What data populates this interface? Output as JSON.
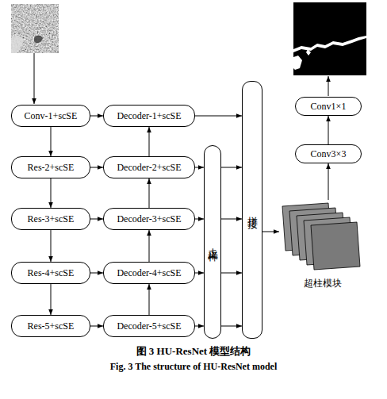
{
  "diagram": {
    "caption": "图 3 HU-ResNet 模型结构",
    "nodes": [
      {
        "text": [
          "Conv-1+scSE"
        ]
      },
      {
        "text": [
          "Res-2+scSE"
        ]
      },
      {
        "text": [
          "Res-3+scSE"
        ]
      },
      {
        "text": [
          "Res-4+scSE"
        ]
      },
      {
        "text": [
          "Res-5+scSE"
        ]
      },
      {
        "text": [
          "Decoder-1+scSE"
        ]
      },
      {
        "text": [
          "Decoder-2+scSE"
        ]
      },
      {
        "text": [
          "Decoder-3+scSE"
        ]
      },
      {
        "text": [
          "Decoder-4+scSE"
        ]
      },
      {
        "text": [
          "Decoder-5+scSE"
        ]
      },
      {
        "text": [
          "上采样"
        ]
      },
      {
        "text": [
          "拼接"
        ]
      },
      {
        "text": [
          "超柱模块"
        ]
      },
      {
        "text": [
          "Conv3×3"
        ]
      },
      {
        "text": [
          "Conv1×1"
        ]
      }
    ],
    "edges": [
      {
        "from": 0,
        "to": 1,
        "arrow": "to"
      },
      {
        "from": 1,
        "to": 2,
        "arrow": "to"
      },
      {
        "from": 2,
        "to": 3,
        "arrow": "to"
      },
      {
        "from": 3,
        "to": 4,
        "arrow": "to"
      },
      {
        "from": 0,
        "to": 5,
        "arrow": "to"
      },
      {
        "from": 1,
        "to": 6,
        "arrow": "to"
      },
      {
        "from": 2,
        "to": 7,
        "arrow": "to"
      },
      {
        "from": 3,
        "to": 8,
        "arrow": "to"
      },
      {
        "from": 4,
        "to": 9,
        "arrow": "to"
      },
      {
        "from": 9,
        "to": 8,
        "arrow": "to"
      },
      {
        "from": 8,
        "to": 7,
        "arrow": "to"
      },
      {
        "from": 7,
        "to": 6,
        "arrow": "to"
      },
      {
        "from": 6,
        "to": 5,
        "arrow": "to"
      },
      {
        "from": 5,
        "to": 11,
        "arrow": "to"
      },
      {
        "from": 6,
        "to": 10,
        "arrow": "to"
      },
      {
        "from": 7,
        "to": 10,
        "arrow": "to"
      },
      {
        "from": 8,
        "to": 10,
        "arrow": "to"
      },
      {
        "from": 9,
        "to": 10,
        "arrow": "to"
      },
      {
        "from": 10,
        "to": 11,
        "arrow": "to"
      },
      {
        "from": 10,
        "to": 11,
        "arrow": "to"
      },
      {
        "from": 10,
        "to": 11,
        "arrow": "to"
      },
      {
        "from": 10,
        "to": 11,
        "arrow": "to"
      },
      {
        "from": 11,
        "to": 12,
        "arrow": "to"
      },
      {
        "from": 12,
        "to": 13,
        "arrow": "to"
      },
      {
        "from": 13,
        "to": 14,
        "arrow": "to"
      }
    ],
    "labels": [
      "Fig. 3 The structure of HU-ResNet model"
    ]
  }
}
